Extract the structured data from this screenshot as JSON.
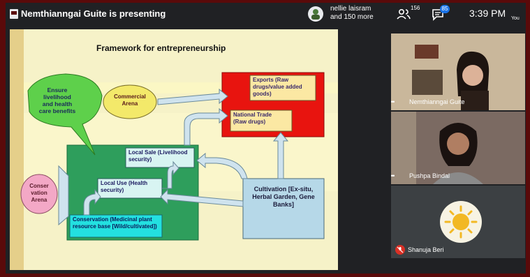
{
  "presenter": {
    "text": "Nemthianngai Guite is presenting"
  },
  "participants": {
    "line1": "nellie laisram",
    "line2": "and 150 more"
  },
  "toolbar": {
    "people_count": "156",
    "chat_badge": "85",
    "time": "3:39 PM",
    "you_label": "You"
  },
  "slide": {
    "title": "Framework for entrepreneurship",
    "boxes": {
      "ensure": "Ensure livelihood and health care benefits",
      "commercial": "Commercial Arena",
      "exports": "Exports (Raw drugs/value added goods)",
      "national": "National Trade (Raw drugs)",
      "conservation_arena": "Conser vation Arena",
      "local_sale": "Local Sale (Livelihood security)",
      "local_use": "Local Use (Health security)",
      "conservation": "Conservation (Medicinal plant resource base [Wild/cultivated])",
      "cultivation": "Cultivation [Ex-situ, Herbal Garden, Gene Banks]"
    }
  },
  "tiles": [
    {
      "name": "Nemthianngai Guite"
    },
    {
      "name": "Pushpa Bindal"
    },
    {
      "name": "Shanuja Beri"
    }
  ],
  "colors": {
    "accent": "#1a73e8",
    "bar": "#202124",
    "muted_red": "#d93025"
  }
}
